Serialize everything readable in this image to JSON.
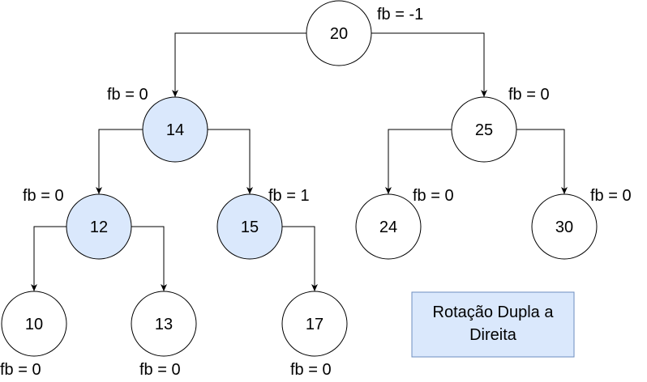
{
  "colors": {
    "node_default": "#ffffff",
    "node_highlight": "#dae8fc",
    "highlight_stroke": "#6c8ebf",
    "stroke": "#000000",
    "caption_fill": "#dae8fc"
  },
  "nodes": [
    {
      "id": "n20",
      "label": "20",
      "fb": "fb = -1",
      "highlighted": false
    },
    {
      "id": "n14",
      "label": "14",
      "fb": "fb = 0",
      "highlighted": true
    },
    {
      "id": "n25",
      "label": "25",
      "fb": "fb = 0",
      "highlighted": false
    },
    {
      "id": "n12",
      "label": "12",
      "fb": "fb = 0",
      "highlighted": true
    },
    {
      "id": "n15",
      "label": "15",
      "fb": "fb = 1",
      "highlighted": true
    },
    {
      "id": "n24",
      "label": "24",
      "fb": "fb = 0",
      "highlighted": false
    },
    {
      "id": "n30",
      "label": "30",
      "fb": "fb = 0",
      "highlighted": false
    },
    {
      "id": "n10",
      "label": "10",
      "fb": "fb = 0",
      "highlighted": false
    },
    {
      "id": "n13",
      "label": "13",
      "fb": "fb = 0",
      "highlighted": false
    },
    {
      "id": "n17",
      "label": "17",
      "fb": "fb = 0",
      "highlighted": false
    }
  ],
  "edges": [
    {
      "from": "n20",
      "to": "n14"
    },
    {
      "from": "n20",
      "to": "n25"
    },
    {
      "from": "n14",
      "to": "n12"
    },
    {
      "from": "n14",
      "to": "n15"
    },
    {
      "from": "n25",
      "to": "n24"
    },
    {
      "from": "n25",
      "to": "n30"
    },
    {
      "from": "n12",
      "to": "n10"
    },
    {
      "from": "n12",
      "to": "n13"
    },
    {
      "from": "n15",
      "to": "n17"
    }
  ],
  "caption": {
    "line1": "Rotação Dupla a",
    "line2": "Direita"
  }
}
